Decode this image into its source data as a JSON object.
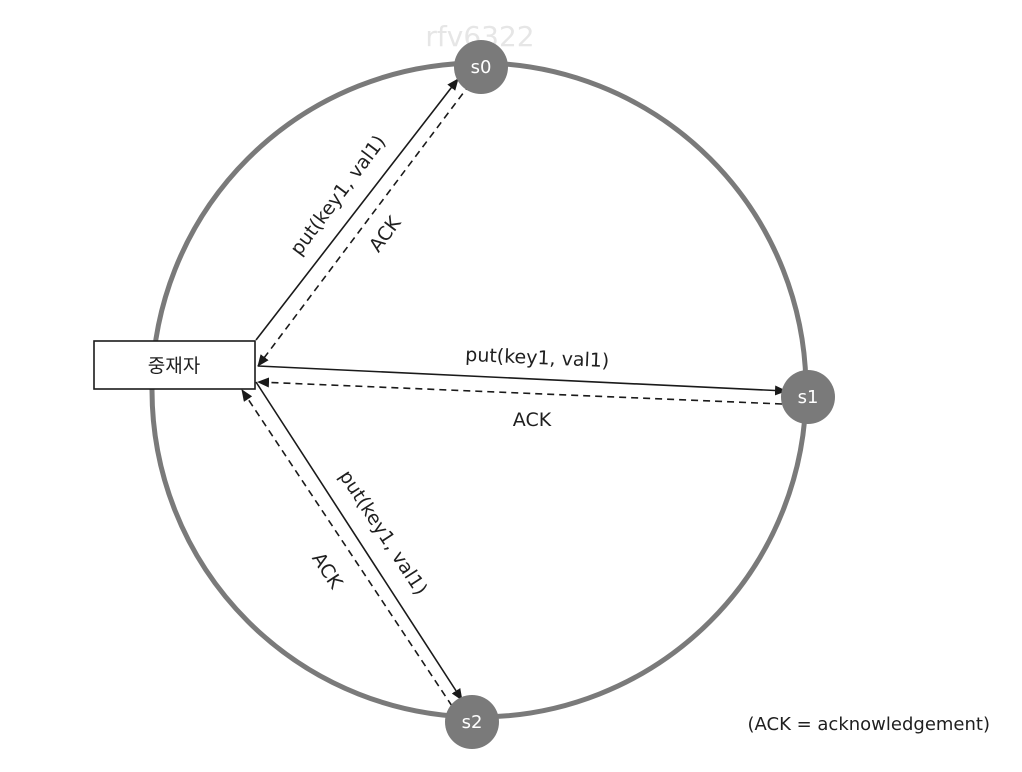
{
  "watermark": "rfv6322",
  "coordinator": {
    "label": "중재자"
  },
  "nodes": {
    "s0": "s0",
    "s1": "s1",
    "s2": "s2"
  },
  "edges": {
    "to_s0_put": "put(key1, val1)",
    "from_s0_ack": "ACK",
    "to_s1_put": "put(key1, val1)",
    "from_s1_ack": "ACK",
    "to_s2_put": "put(key1, val1)",
    "from_s2_ack": "ACK"
  },
  "footnote": "(ACK = acknowledgement)",
  "colors": {
    "ring": "#7a7a7a",
    "node": "#7a7a7a",
    "arrow": "#1a1a1a"
  }
}
